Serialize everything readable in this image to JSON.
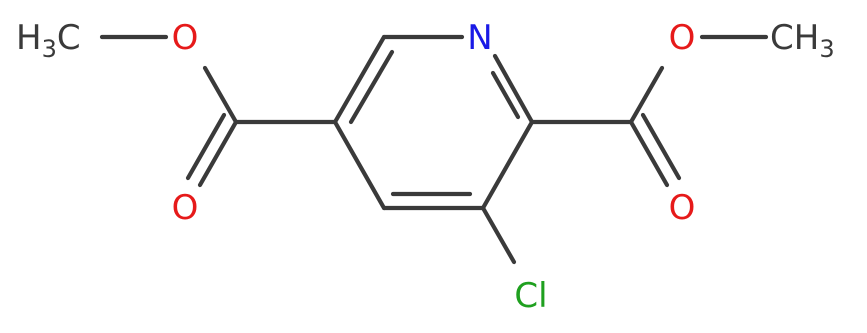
{
  "molecule": {
    "atoms": {
      "n": {
        "symbol": "N",
        "color": "#1a1ae6"
      },
      "cl": {
        "symbol": "Cl",
        "color": "#1fa01f"
      },
      "o_ester_left": {
        "symbol": "O",
        "color": "#e61a1a"
      },
      "o_carbonyl_left": {
        "symbol": "O",
        "color": "#e61a1a"
      },
      "o_ester_right": {
        "symbol": "O",
        "color": "#e61a1a"
      },
      "o_carbonyl_right": {
        "symbol": "O",
        "color": "#e61a1a"
      },
      "methyl_left": {
        "main": "H",
        "sub": "3",
        "tail": "C",
        "color": "#3a3a3a"
      },
      "methyl_right": {
        "main": "CH",
        "sub": "3",
        "color": "#3a3a3a"
      }
    },
    "bond_color": "#3a3a3a"
  }
}
